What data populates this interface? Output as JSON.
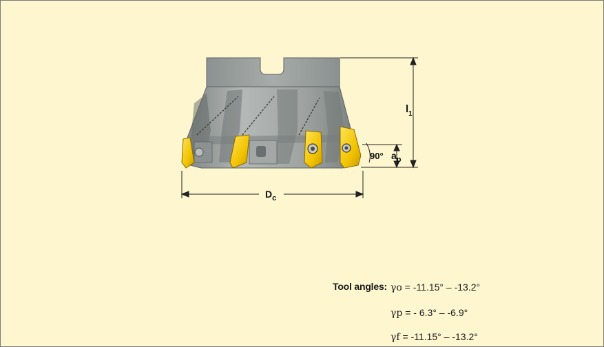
{
  "diagram": {
    "labels": {
      "length": "l",
      "length_sub": "1",
      "diameter": "D",
      "diameter_sub": "c",
      "depth": "a",
      "depth_sub": "p",
      "angle": "90°"
    }
  },
  "tool_angles": {
    "heading": "Tool angles:",
    "rows": [
      {
        "symbol": "γo",
        "value": " = -11.15° – -13.2°"
      },
      {
        "symbol": "γp",
        "value": " = - 6.3° – -6.9°"
      },
      {
        "symbol": "γf",
        "value": " = -11.15° – -13.2°"
      }
    ]
  },
  "colors": {
    "background": "#fdf6cf",
    "tool_body": "#9aa09e",
    "insert": "#f2c300"
  }
}
